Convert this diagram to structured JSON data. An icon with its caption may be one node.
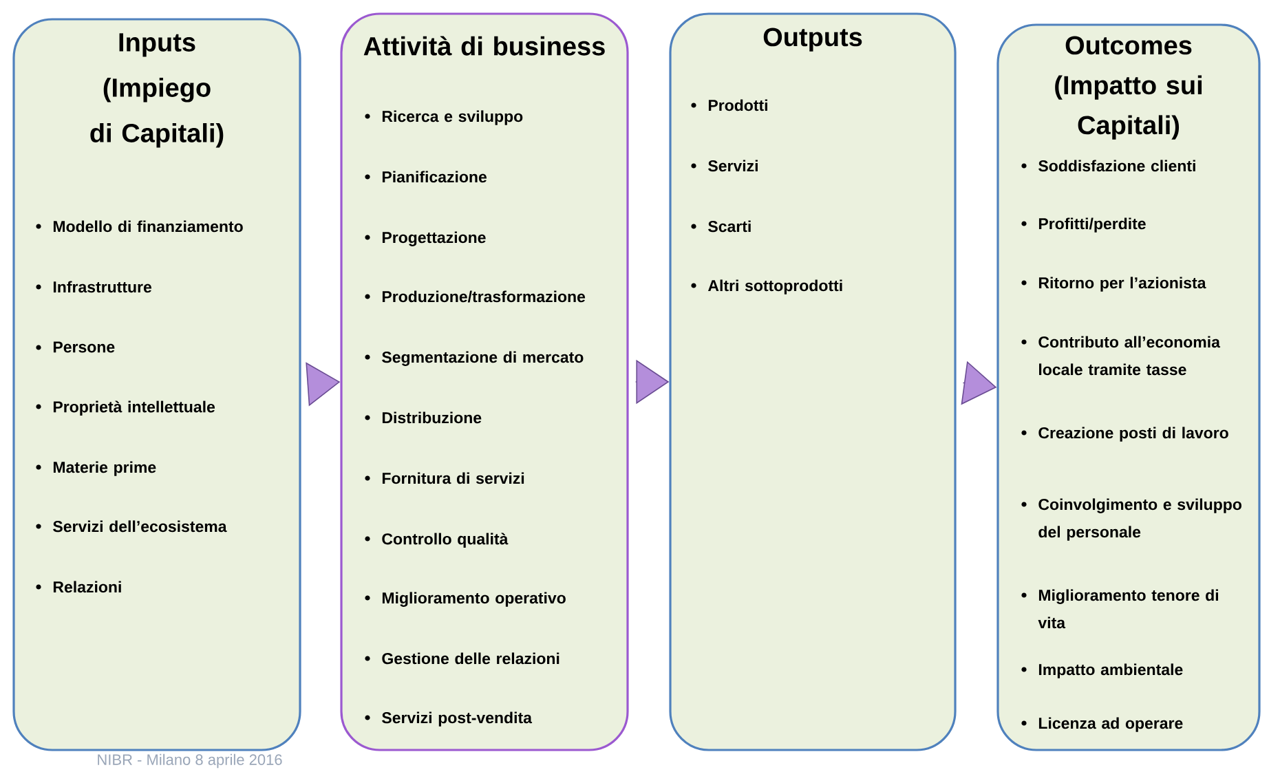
{
  "diagram": {
    "nodes": [
      {
        "text": [
          "Inputs (Impiego di Capitali)",
          "Modello di finanziamento",
          "Infrastrutture",
          "Persone",
          "Proprietà intellettuale",
          "Materie prime",
          "Servizi dell’ecosistema",
          "Relazioni"
        ]
      },
      {
        "text": [
          "Attività di business",
          "Ricerca e sviluppo",
          "Pianificazione",
          "Progettazione",
          "Produzione/trasformazione",
          "Segmentazione di mercato",
          "Distribuzione",
          "Fornitura di servizi",
          "Controllo qualità",
          "Miglioramento operativo",
          "Gestione delle relazioni",
          "Servizi post-vendita"
        ]
      },
      {
        "text": [
          "Outputs",
          "Prodotti",
          "Servizi",
          "Scarti",
          "Altri sottoprodotti"
        ]
      },
      {
        "text": [
          "Outcomes (Impatto sui Capitali)",
          "Soddisfazione clienti",
          "Profitti/perdite",
          "Ritorno per l’azionista",
          "Contributo all’economia locale tramite tasse",
          "Creazione posti di lavoro",
          "Coinvolgimento e sviluppo del personale",
          "Miglioramento tenore di vita",
          "Impatto ambientale",
          "Licenza ad operare"
        ]
      }
    ],
    "edges": [
      {
        "from": 0,
        "to": 1,
        "arrow": "to"
      },
      {
        "from": 1,
        "to": 2,
        "arrow": "to"
      },
      {
        "from": 2,
        "to": 3,
        "arrow": "to"
      }
    ],
    "labels": [
      "NIBR - Milano 8 aprile 2016"
    ]
  }
}
